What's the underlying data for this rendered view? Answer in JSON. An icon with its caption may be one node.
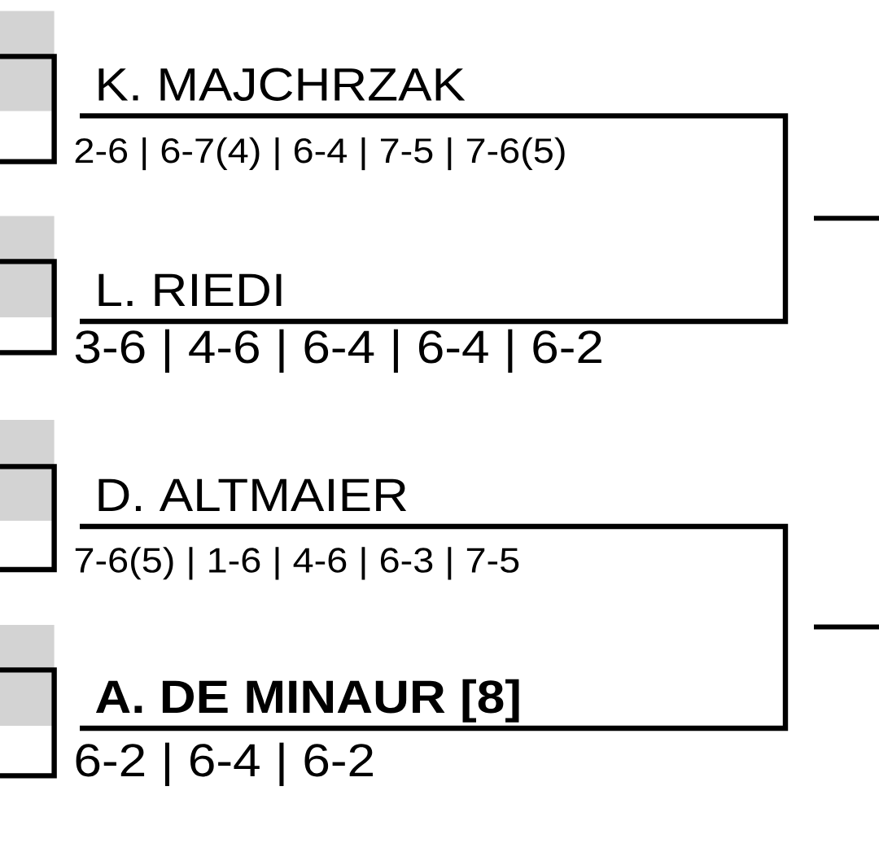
{
  "diagram": {
    "nodes": [
      {
        "text": [
          "K. MAJCHRZAK"
        ],
        "beside": [
          "2-6 | 6-7(4) | 6-4 | 7-5 | 7-6(5)"
        ]
      },
      {
        "text": [
          "L. RIEDI"
        ],
        "beside": [
          "3-6 | 4-6 | 6-4 | 6-4 | 6-2"
        ]
      },
      {
        "text": [
          "D. ALTMAIER"
        ],
        "beside": [
          "7-6(5) | 1-6 | 4-6 | 6-3 | 7-5"
        ]
      },
      {
        "text": [
          "A. DE MINAUR [8]"
        ],
        "beside": [
          "6-2 | 6-4 | 6-2"
        ]
      }
    ],
    "edges": [
      {
        "from": 0,
        "to": 1,
        "arrow": "none"
      },
      {
        "from": 2,
        "to": 3,
        "arrow": "none"
      }
    ]
  }
}
